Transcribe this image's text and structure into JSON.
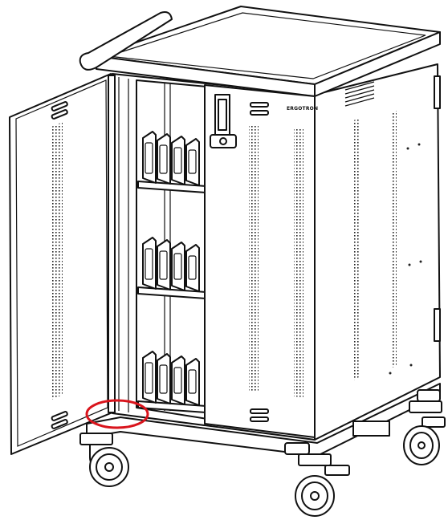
{
  "image": {
    "brand_label": "ERGOTRON",
    "highlight_color": "#d9141c",
    "line_color": "#111111",
    "background": "#ffffff",
    "shelves_count": 3,
    "devices_per_shelf": 4
  }
}
